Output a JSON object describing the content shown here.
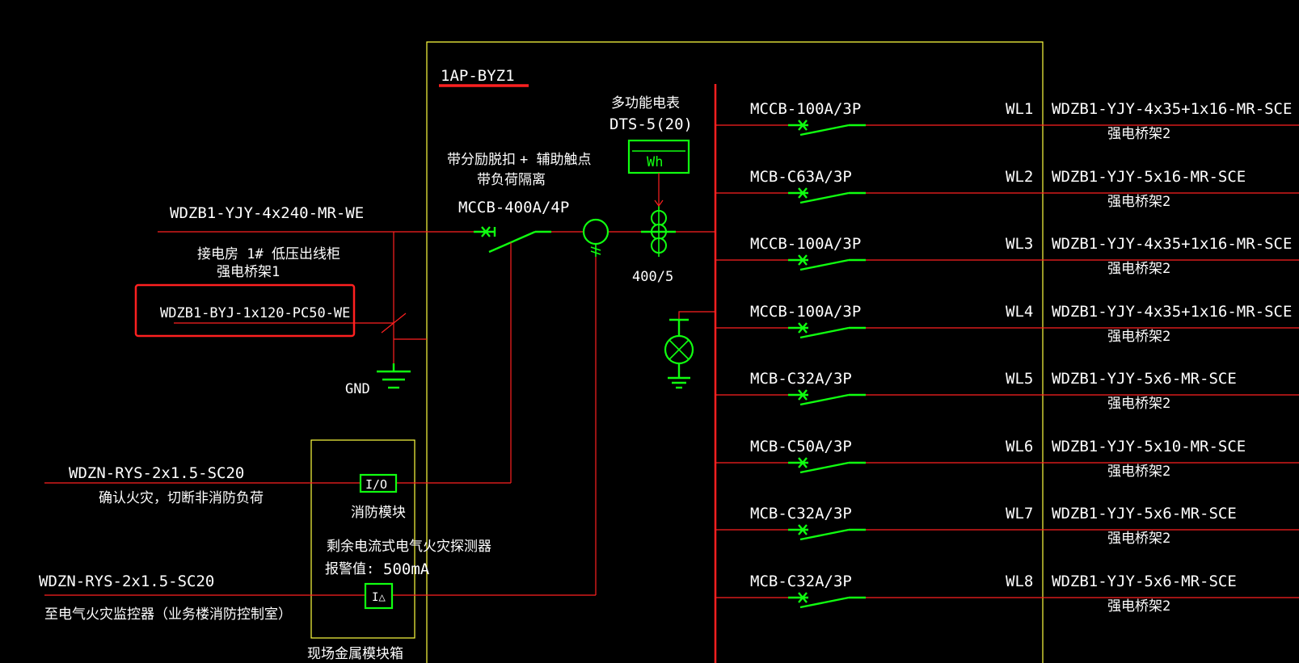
{
  "panel": {
    "id": "1AP-BYZ1",
    "meter_title": "多功能电表",
    "meter_model": "DTS-5(20)",
    "meter_symbol": "Wh",
    "ct_ratio": "400/5",
    "main_breaker_note1": "带分励脱扣",
    "main_breaker_note2": "+ 辅助触点",
    "main_breaker_note3": "带负荷隔离",
    "main_breaker": "MCCB-400A/4P"
  },
  "incoming": {
    "cable": "WDZB1-YJY-4x240-MR-WE",
    "source": "接电房 1# 低压出线柜",
    "tray": "强电桥架1",
    "ground_cable": "WDZB1-BYJ-1x120-PC50-WE",
    "gnd_label": "GND"
  },
  "fire": {
    "cable1": "WDZN-RYS-2x1.5-SC20",
    "note1": "确认火灾，切断非消防负荷",
    "io_symbol": "I/O",
    "module_label": "消防模块",
    "detector_label": "剩余电流式电气火灾探测器",
    "alarm_label": "报警值:",
    "alarm_value": "500mA",
    "sensor_symbol": "I△",
    "cable2": "WDZN-RYS-2x1.5-SC20",
    "note2": "至电气火灾监控器（业务楼消防控制室）",
    "box_label": "现场金属模块箱"
  },
  "circuits": [
    {
      "breaker": "MCCB-100A/3P",
      "id": "WL1",
      "cable": "WDZB1-YJY-4x35+1x16-MR-SCE",
      "tray": "强电桥架2"
    },
    {
      "breaker": "MCB-C63A/3P",
      "id": "WL2",
      "cable": "WDZB1-YJY-5x16-MR-SCE",
      "tray": "强电桥架2"
    },
    {
      "breaker": "MCCB-100A/3P",
      "id": "WL3",
      "cable": "WDZB1-YJY-4x35+1x16-MR-SCE",
      "tray": "强电桥架2"
    },
    {
      "breaker": "MCCB-100A/3P",
      "id": "WL4",
      "cable": "WDZB1-YJY-4x35+1x16-MR-SCE",
      "tray": "强电桥架2"
    },
    {
      "breaker": "MCB-C32A/3P",
      "id": "WL5",
      "cable": "WDZB1-YJY-5x6-MR-SCE",
      "tray": "强电桥架2"
    },
    {
      "breaker": "MCB-C50A/3P",
      "id": "WL6",
      "cable": "WDZB1-YJY-5x10-MR-SCE",
      "tray": "强电桥架2"
    },
    {
      "breaker": "MCB-C32A/3P",
      "id": "WL7",
      "cable": "WDZB1-YJY-5x6-MR-SCE",
      "tray": "强电桥架2"
    },
    {
      "breaker": "MCB-C32A/3P",
      "id": "WL8",
      "cable": "WDZB1-YJY-5x6-MR-SCE",
      "tray": "强电桥架2"
    }
  ],
  "colors": {
    "background": "#000000",
    "line": "#ff2020",
    "frame": "#ffff40",
    "symbol": "#10ff10",
    "text": "#ffffff"
  }
}
